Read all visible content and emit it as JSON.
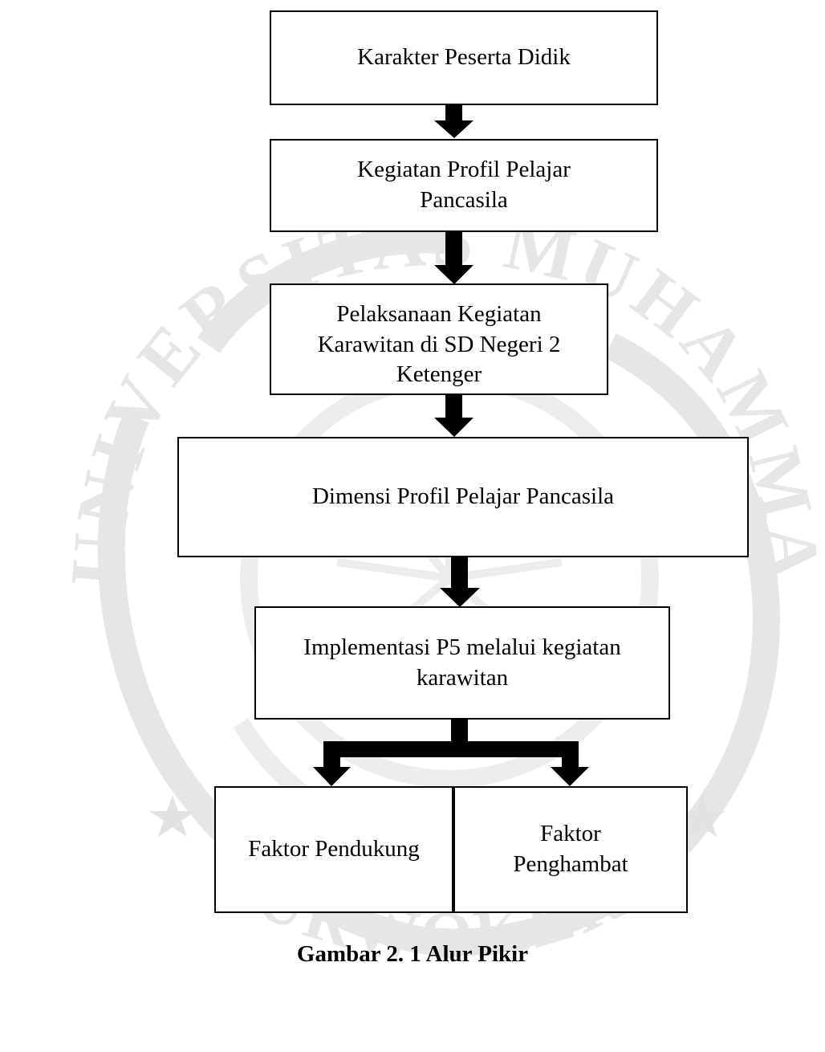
{
  "diagram": {
    "nodes": [
      {
        "id": "karakter",
        "lines": [
          "Karakter Peserta Didik"
        ]
      },
      {
        "id": "kegiatan-p3",
        "lines": [
          "Kegiatan Profil Pelajar",
          "Pancasila"
        ]
      },
      {
        "id": "pelaksanaan",
        "lines": [
          "Pelaksanaan Kegiatan",
          "Karawitan di SD Negeri 2",
          "Ketenger"
        ]
      },
      {
        "id": "dimensi",
        "lines": [
          "Dimensi Profil Pelajar Pancasila"
        ]
      },
      {
        "id": "implementasi",
        "lines": [
          "Implementasi P5 melalui kegiatan",
          "karawitan"
        ]
      },
      {
        "id": "pendukung",
        "lines": [
          "Faktor Pendukung"
        ]
      },
      {
        "id": "penghambat",
        "lines": [
          "Faktor",
          "Penghambat"
        ]
      }
    ],
    "edges": [
      {
        "from": "karakter",
        "to": "kegiatan-p3"
      },
      {
        "from": "kegiatan-p3",
        "to": "pelaksanaan"
      },
      {
        "from": "pelaksanaan",
        "to": "dimensi"
      },
      {
        "from": "dimensi",
        "to": "implementasi"
      },
      {
        "from": "implementasi",
        "to": "pendukung"
      },
      {
        "from": "implementasi",
        "to": "penghambat"
      }
    ]
  },
  "caption": "Gambar 2. 1 Alur Pikir",
  "watermark": {
    "text_top": "UNIVERSITAS MUHAMMADIYAH",
    "text_bottom": "PURWOKERTO",
    "color": "#e6e6e6"
  },
  "colors": {
    "box_border": "#000000",
    "arrow": "#000000",
    "background": "#ffffff"
  }
}
